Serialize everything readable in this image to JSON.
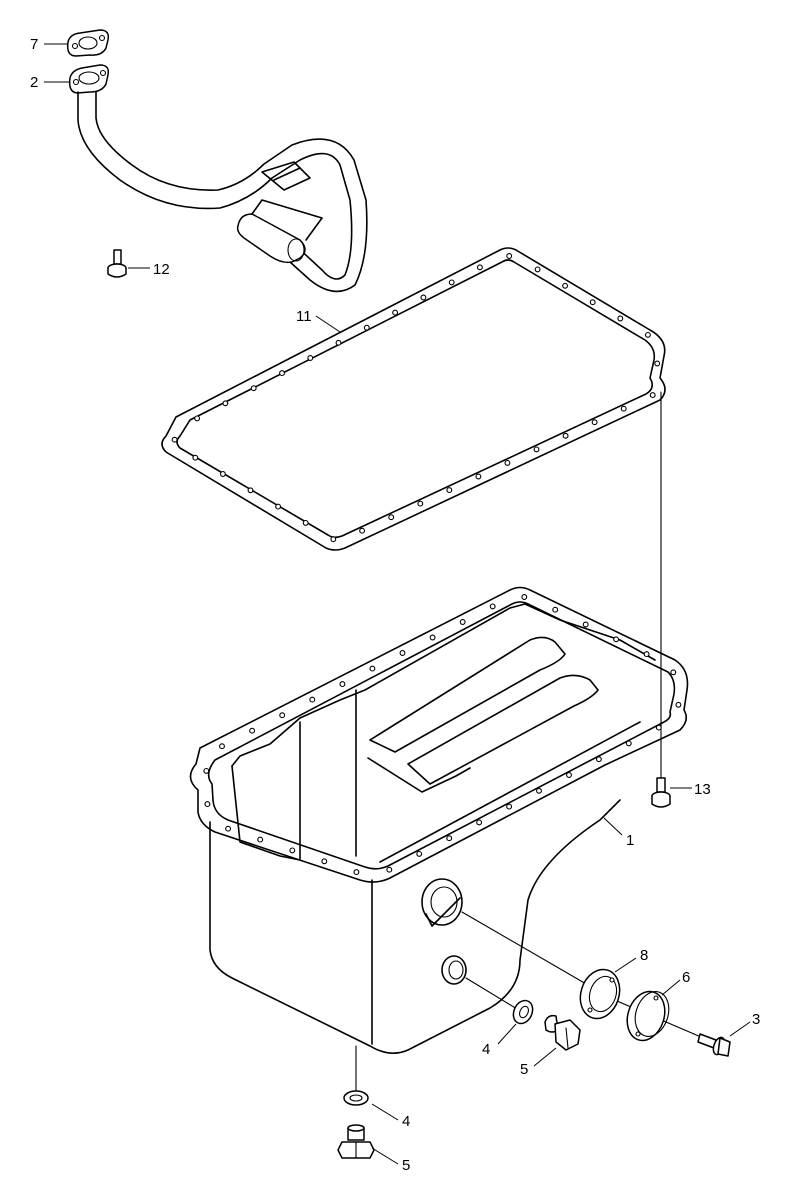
{
  "callouts": [
    {
      "id": "c7a",
      "text": "7"
    },
    {
      "id": "c2",
      "text": "2"
    },
    {
      "id": "c12",
      "text": "12"
    },
    {
      "id": "c11",
      "text": "11"
    },
    {
      "id": "c13",
      "text": "13"
    },
    {
      "id": "c1",
      "text": "1"
    },
    {
      "id": "c8",
      "text": "8"
    },
    {
      "id": "c6",
      "text": "6"
    },
    {
      "id": "c3",
      "text": "3"
    },
    {
      "id": "c4a",
      "text": "4"
    },
    {
      "id": "c5a",
      "text": "5"
    },
    {
      "id": "c4b",
      "text": "4"
    },
    {
      "id": "c5b",
      "text": "5"
    }
  ]
}
